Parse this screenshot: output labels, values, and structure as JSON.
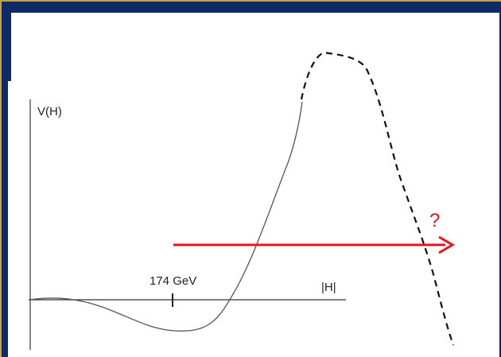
{
  "slide": {
    "frame_color": "#0d2c66",
    "frame_edge_color": "#c8a040",
    "background_color": "#ffffff"
  },
  "diagram": {
    "y_axis_label": "V(H)",
    "x_axis_label": "|H|",
    "tick_label": "174 GeV",
    "question_mark": "?",
    "curve_color": "#555555",
    "dashed_color": "#111111",
    "arrow_color": "#e8141b"
  }
}
